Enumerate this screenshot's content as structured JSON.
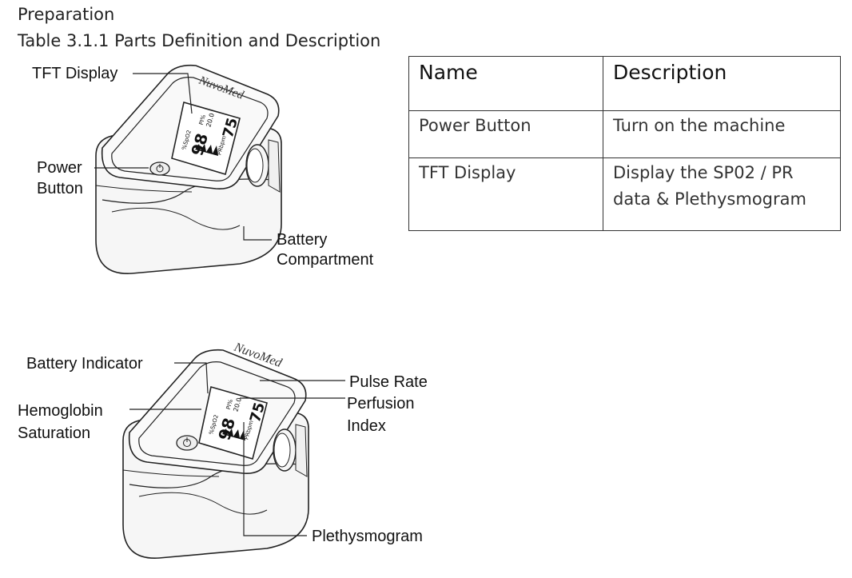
{
  "heading": {
    "section": "Preparation",
    "table_caption": "Table 3.1.1 Parts Definition and Description"
  },
  "table": {
    "headers": [
      "Name",
      "Description"
    ],
    "rows": [
      [
        "Power Button",
        "Turn on the machine"
      ],
      [
        "TFT Display",
        "Display the SP02 / PR data & Plethysmogram"
      ]
    ]
  },
  "figure_top": {
    "callouts": {
      "tft_display": "TFT Display",
      "power_button_line1": "Power",
      "power_button_line2": "Button",
      "battery_line1": "Battery",
      "battery_line2": "Compartment"
    },
    "device": {
      "brand": "NuvoMed",
      "spo2_label": "%SpO2",
      "pr_label": "PRbpm",
      "pi_label": "PI%",
      "spo2_value": "98",
      "pr_value": "75",
      "pi_value": "20.0"
    }
  },
  "figure_bottom": {
    "callouts": {
      "battery_indicator": "Battery Indicator",
      "hemoglobin_line1": "Hemoglobin",
      "hemoglobin_line2": "Saturation",
      "pulse_rate": "Pulse Rate",
      "perfusion_line1": "Perfusion",
      "perfusion_line2": "Index",
      "plethysmogram": "Plethysmogram"
    },
    "device": {
      "brand": "NuvoMed",
      "spo2_label": "%SpO2",
      "pr_label": "PRbpm",
      "pi_label": "PI%",
      "spo2_value": "98",
      "pr_value": "75",
      "pi_value": "20.0"
    }
  },
  "colors": {
    "outline": "#222222",
    "device_fill": "#f4f4f4",
    "screen_fill": "#ffffff"
  }
}
